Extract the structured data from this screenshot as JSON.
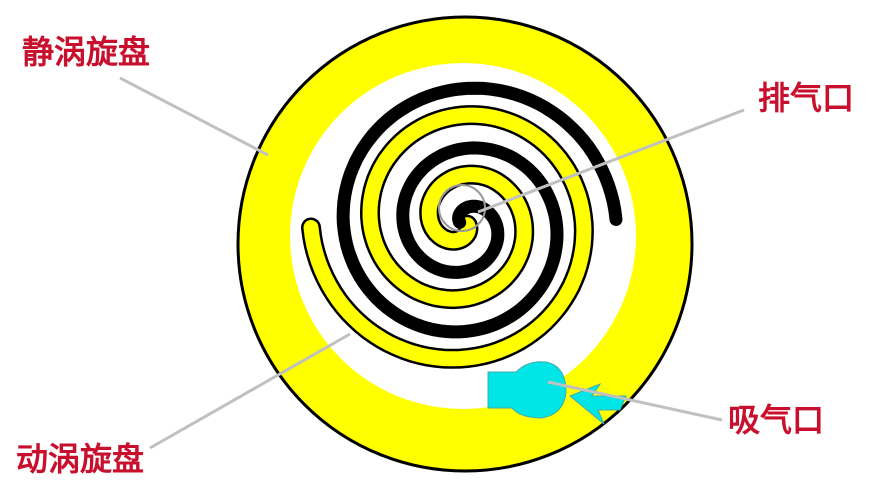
{
  "labels": {
    "static_scroll": "静涡旋盘",
    "exhaust_port": "排气口",
    "intake_port": "吸气口",
    "moving_scroll": "动涡旋盘"
  },
  "colors": {
    "label_text": "#c8102e",
    "static_scroll_fill": "#ffff00",
    "moving_scroll_fill": "#000000",
    "outline": "#000000",
    "leader_line": "#c0c0c0",
    "gas_pocket": "#00e5e5",
    "background": "#ffffff"
  },
  "icons": {
    "intake_arrow": "arrow-icon",
    "gas_pocket": "gas-pocket-icon"
  }
}
